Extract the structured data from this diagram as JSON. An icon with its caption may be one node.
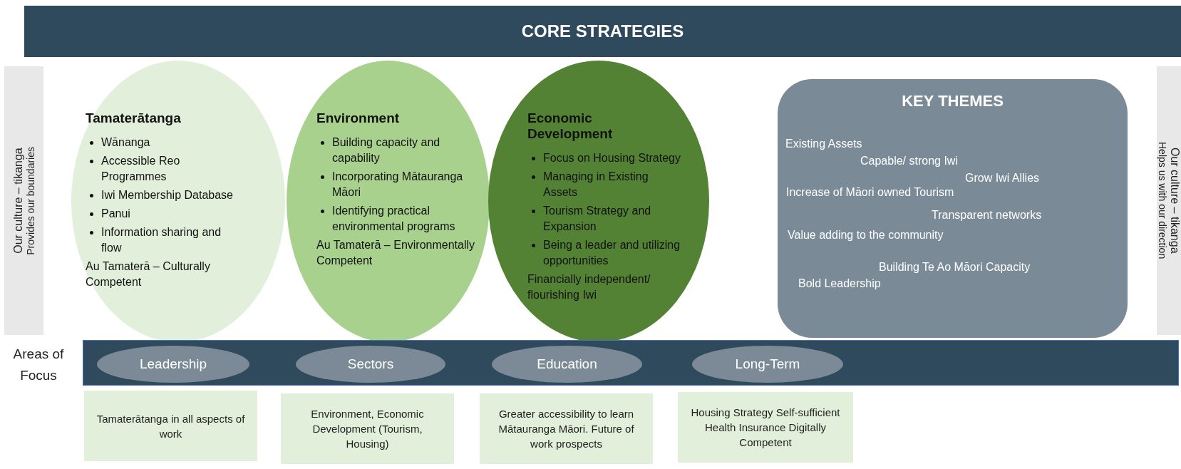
{
  "diagram": {
    "nodes": [
      {
        "text": [
          "CORE STRATEGIES"
        ]
      },
      {
        "text": [
          "Our culture – tikanga",
          "Provides our boundaries"
        ]
      },
      {
        "text": [
          "Tamaterātanga",
          "Wānanga",
          "Accessible Reo Programmes",
          "Iwi Membership Database",
          "Panui",
          "Information sharing and flow",
          "Au Tamaterā – Culturally Competent"
        ]
      },
      {
        "text": [
          "Environment",
          "Building capacity and capability",
          "Incorporating Mātauranga Māori",
          "Identifying practical environmental programs",
          "Au Tamaterā – Environmentally Competent"
        ]
      },
      {
        "text": [
          "Economic Development",
          "Focus on Housing Strategy",
          "Managing in Existing Assets",
          "Tourism Strategy and Expansion",
          "Being a leader and utilizing opportunities",
          "Financially independent/ flourishing Iwi"
        ]
      },
      {
        "text": [
          "KEY THEMES",
          "Existing Assets",
          "Capable/ strong Iwi",
          "Grow Iwi Allies",
          "Increase of Māori owned Tourism",
          "Transparent networks",
          "Value adding to the community",
          "Building Te Ao Māori Capacity",
          "Bold Leadership"
        ]
      },
      {
        "text": [
          "Our culture – tikanga",
          "Helps us with our direction"
        ]
      },
      {
        "text": [],
        "shape": "bar"
      },
      {
        "text": [
          "Leadership"
        ],
        "in": 7
      },
      {
        "text": [
          "Sectors"
        ],
        "in": 7
      },
      {
        "text": [
          "Education"
        ],
        "in": 7
      },
      {
        "text": [
          "Long-Term"
        ],
        "in": 7
      },
      {
        "text": [
          "Tamaterātanga in all aspects of work"
        ]
      },
      {
        "text": [
          "Environment, Economic Development (Tourism, Housing)"
        ]
      },
      {
        "text": [
          "Greater accessibility to learn Mātauranga Māori. Future of work prospects"
        ]
      },
      {
        "text": [
          "Housing Strategy Self-sufficient Health Insurance Digitally Competent"
        ]
      }
    ],
    "labels": [
      "Areas of Focus"
    ]
  }
}
